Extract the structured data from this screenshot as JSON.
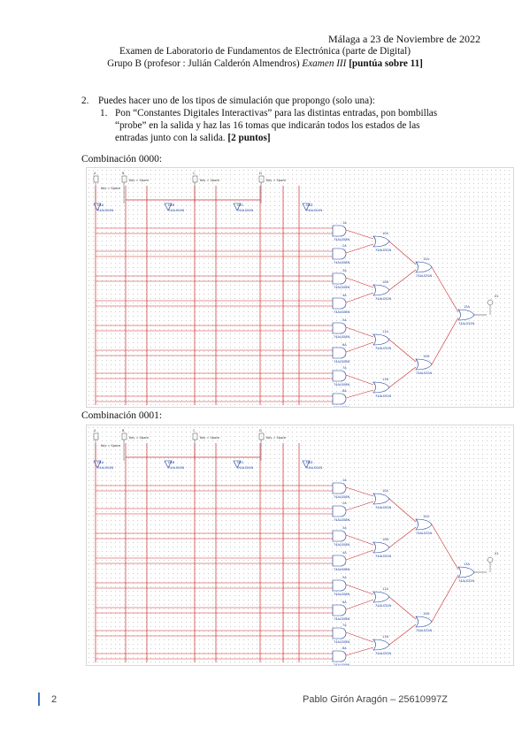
{
  "header": {
    "date": "Málaga a 23 de Noviembre de 2022",
    "line1": "Examen de Laboratorio de Fundamentos de Electrónica (parte de Digital)",
    "line2_a": "Grupo B (profesor : Julián Calderón Almendros) ",
    "line2_italic": "Examen III ",
    "line2_bold": "[puntúa sobre 11]"
  },
  "question": {
    "number": "2.",
    "text": "Puedes hacer uno de los tipos de simulación que propongo (solo una):",
    "sub_number": "1.",
    "sub_text_1": "Pon “Constantes Digitales Interactivas” para las distintas entradas, pon bombillas",
    "sub_text_2": "“probe” en la salida y haz las 16 tomas que indicarán todos los estados de las",
    "sub_text_3": "entradas junto con la salida. ",
    "sub_bold": "[2 puntos]"
  },
  "schematics": [
    {
      "caption": "Combinación 0000:",
      "inputs": [
        "A",
        "B",
        "C",
        "D"
      ],
      "key_label": "Key = Space",
      "not_gates": [
        "U1A",
        "U1B",
        "U1C",
        "U1D"
      ],
      "part": "74ALS04N",
      "and_gates": [
        "1A",
        "2A",
        "3A",
        "4A",
        "5A",
        "6A",
        "7A",
        "8A"
      ],
      "and_part": "74ALS08N",
      "or_gates": [
        "10A",
        "10B",
        "11A",
        "11B",
        "12A",
        "12B",
        "13A"
      ],
      "or_part": "74ALS32N",
      "probe": "X1"
    },
    {
      "caption": "Combinación 0001:",
      "inputs": [
        "A",
        "B",
        "C",
        "D"
      ],
      "key_label": "Key = Space",
      "not_gates": [
        "U1A",
        "U1B",
        "U1C",
        "U1D"
      ],
      "part": "74ALS04N",
      "and_gates": [
        "1A",
        "2A",
        "3A",
        "4A",
        "5A",
        "6A",
        "7A",
        "8A"
      ],
      "and_part": "74ALS08N",
      "or_gates": [
        "10A",
        "10B",
        "11A",
        "11B",
        "12A",
        "12B",
        "13A"
      ],
      "or_part": "74ALS32N",
      "probe": "X1"
    }
  ],
  "footer": {
    "page": "2",
    "author": "Pablo Girón Aragón – 25610997Z"
  },
  "colors": {
    "wire": "#cc2b2b",
    "gate": "#1a3a99",
    "accent": "#4472c4"
  }
}
